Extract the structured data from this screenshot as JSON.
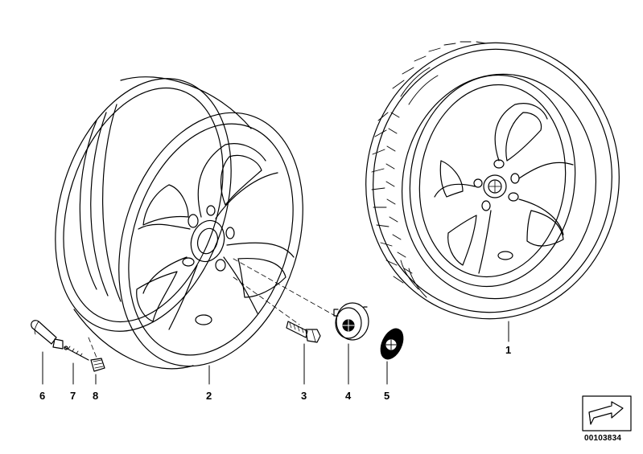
{
  "callouts": {
    "c1": "1",
    "c2": "2",
    "c3": "3",
    "c4": "4",
    "c5": "5",
    "c6": "6",
    "c7": "7",
    "c8": "8"
  },
  "reference_code": "00103834",
  "icons": {
    "direction": "arrow-icon"
  },
  "colors": {
    "line": "#000000",
    "background": "#ffffff"
  }
}
